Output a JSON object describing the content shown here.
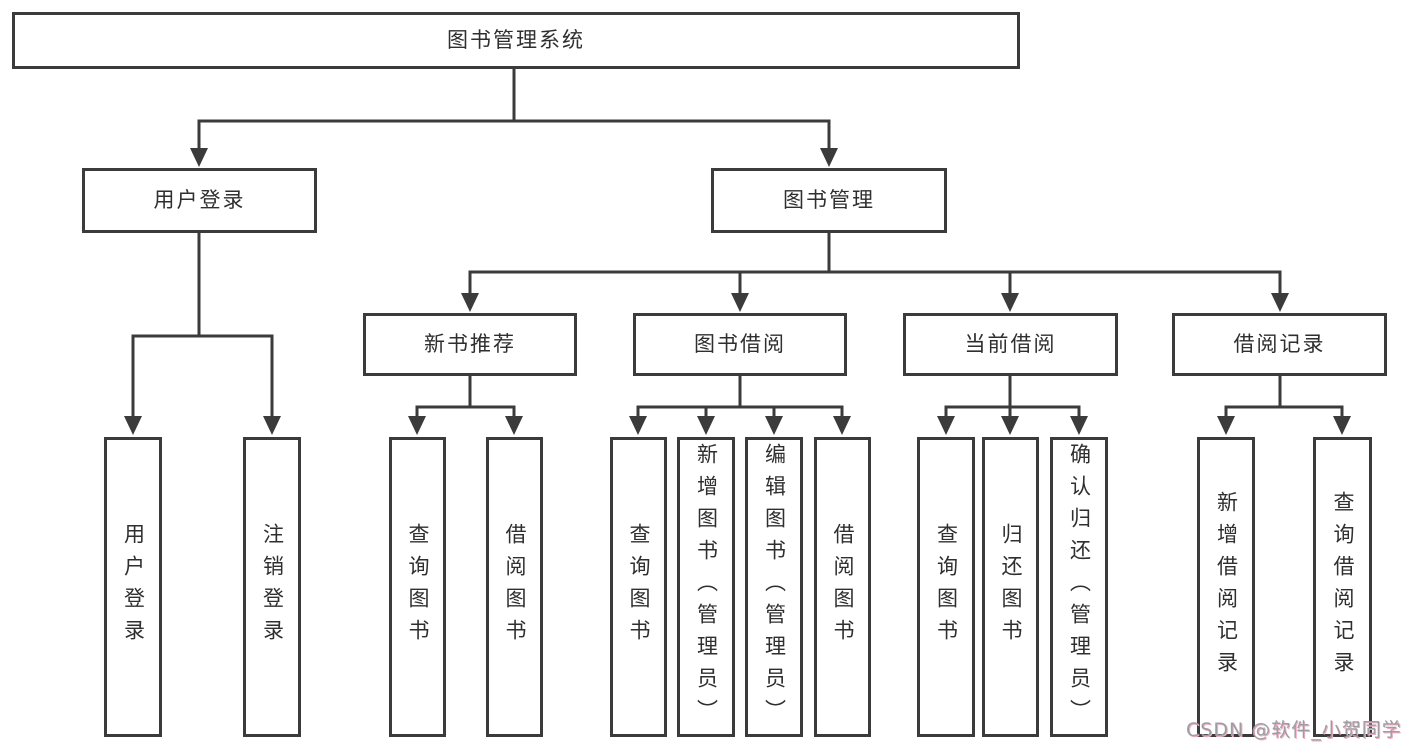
{
  "diagram": {
    "type": "tree-diagram",
    "root": {
      "label": "图书管理系统"
    },
    "branches": [
      {
        "label": "用户登录",
        "children": [
          {
            "label": "用户登录"
          },
          {
            "label": "注销登录"
          }
        ]
      },
      {
        "label": "图书管理",
        "children": [
          {
            "label": "新书推荐",
            "children": [
              {
                "label": "查询图书"
              },
              {
                "label": "借阅图书"
              }
            ]
          },
          {
            "label": "图书借阅",
            "children": [
              {
                "label": "查询图书"
              },
              {
                "label": "新增图书（管理员）"
              },
              {
                "label": "编辑图书（管理员）"
              },
              {
                "label": "借阅图书"
              }
            ]
          },
          {
            "label": "当前借阅",
            "children": [
              {
                "label": "查询图书"
              },
              {
                "label": "归还图书"
              },
              {
                "label": "确认归还（管理员）"
              }
            ]
          },
          {
            "label": "借阅记录",
            "children": [
              {
                "label": "新增借阅记录"
              },
              {
                "label": "查询借阅记录"
              }
            ]
          }
        ]
      }
    ]
  },
  "watermark": {
    "text": "CSDN @软件_小贺同学"
  },
  "colors": {
    "line": "#3b3b3b",
    "text": "#2f2f2f",
    "background": "#ffffff",
    "watermark": "#9d9da3",
    "watermark_shadow": "#efadc2"
  }
}
